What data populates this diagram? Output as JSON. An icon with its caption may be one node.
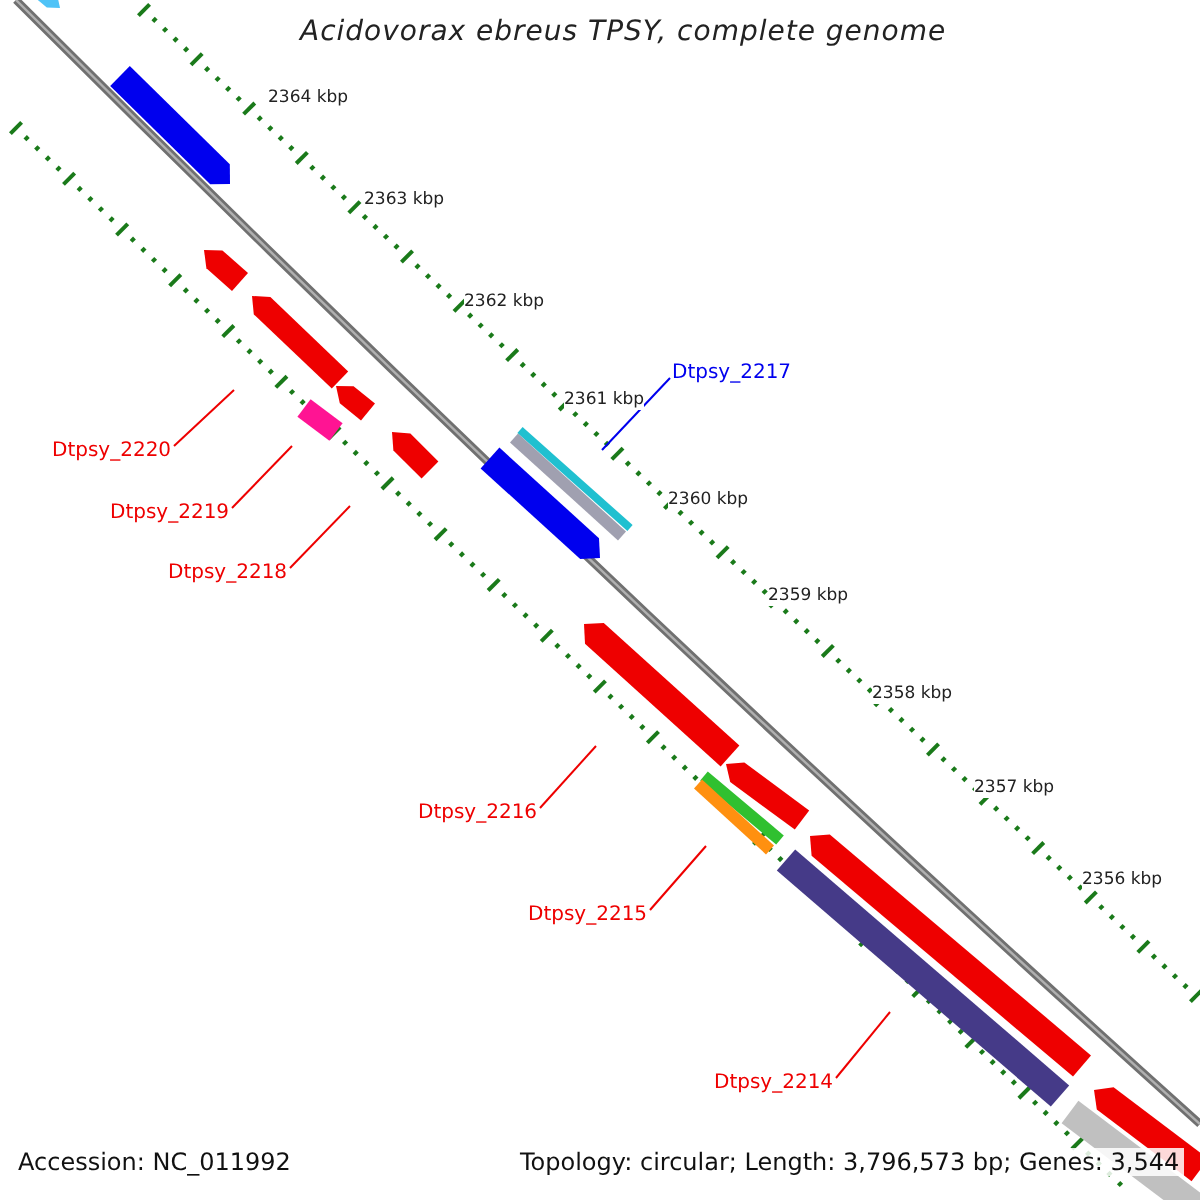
{
  "diagram": {
    "title": "Acidovorax ebreus TPSY, complete genome",
    "nodes": [
      {
        "text": [
          "Dtpsy_2217"
        ]
      },
      {
        "text": [
          "Dtpsy_2220"
        ]
      },
      {
        "text": [
          "Dtpsy_2219"
        ]
      },
      {
        "text": [
          "Dtpsy_2218"
        ]
      },
      {
        "text": [
          "Dtpsy_2216"
        ]
      },
      {
        "text": [
          "Dtpsy_2215"
        ]
      },
      {
        "text": [
          "Dtpsy_2214"
        ]
      }
    ],
    "edges": [
      {
        "from": 0,
        "to": null,
        "arrow": "none",
        "color": "#0000ee"
      },
      {
        "from": 1,
        "to": null,
        "arrow": "none"
      },
      {
        "from": 2,
        "to": null,
        "arrow": "none"
      },
      {
        "from": 3,
        "to": null,
        "arrow": "none"
      },
      {
        "from": 4,
        "to": null,
        "arrow": "none"
      },
      {
        "from": 5,
        "to": null,
        "arrow": "none"
      },
      {
        "from": 6,
        "to": null,
        "arrow": "none"
      }
    ],
    "labels": [
      "2364 kbp",
      "2363 kbp",
      "2362 kbp",
      "2361 kbp",
      "2360 kbp",
      "2359 kbp",
      "2358 kbp",
      "2357 kbp",
      "2356 kbp",
      "Accession: NC_011992",
      "Topology: circular; Length: 3,796,573 bp; Genes: 3,544"
    ]
  }
}
